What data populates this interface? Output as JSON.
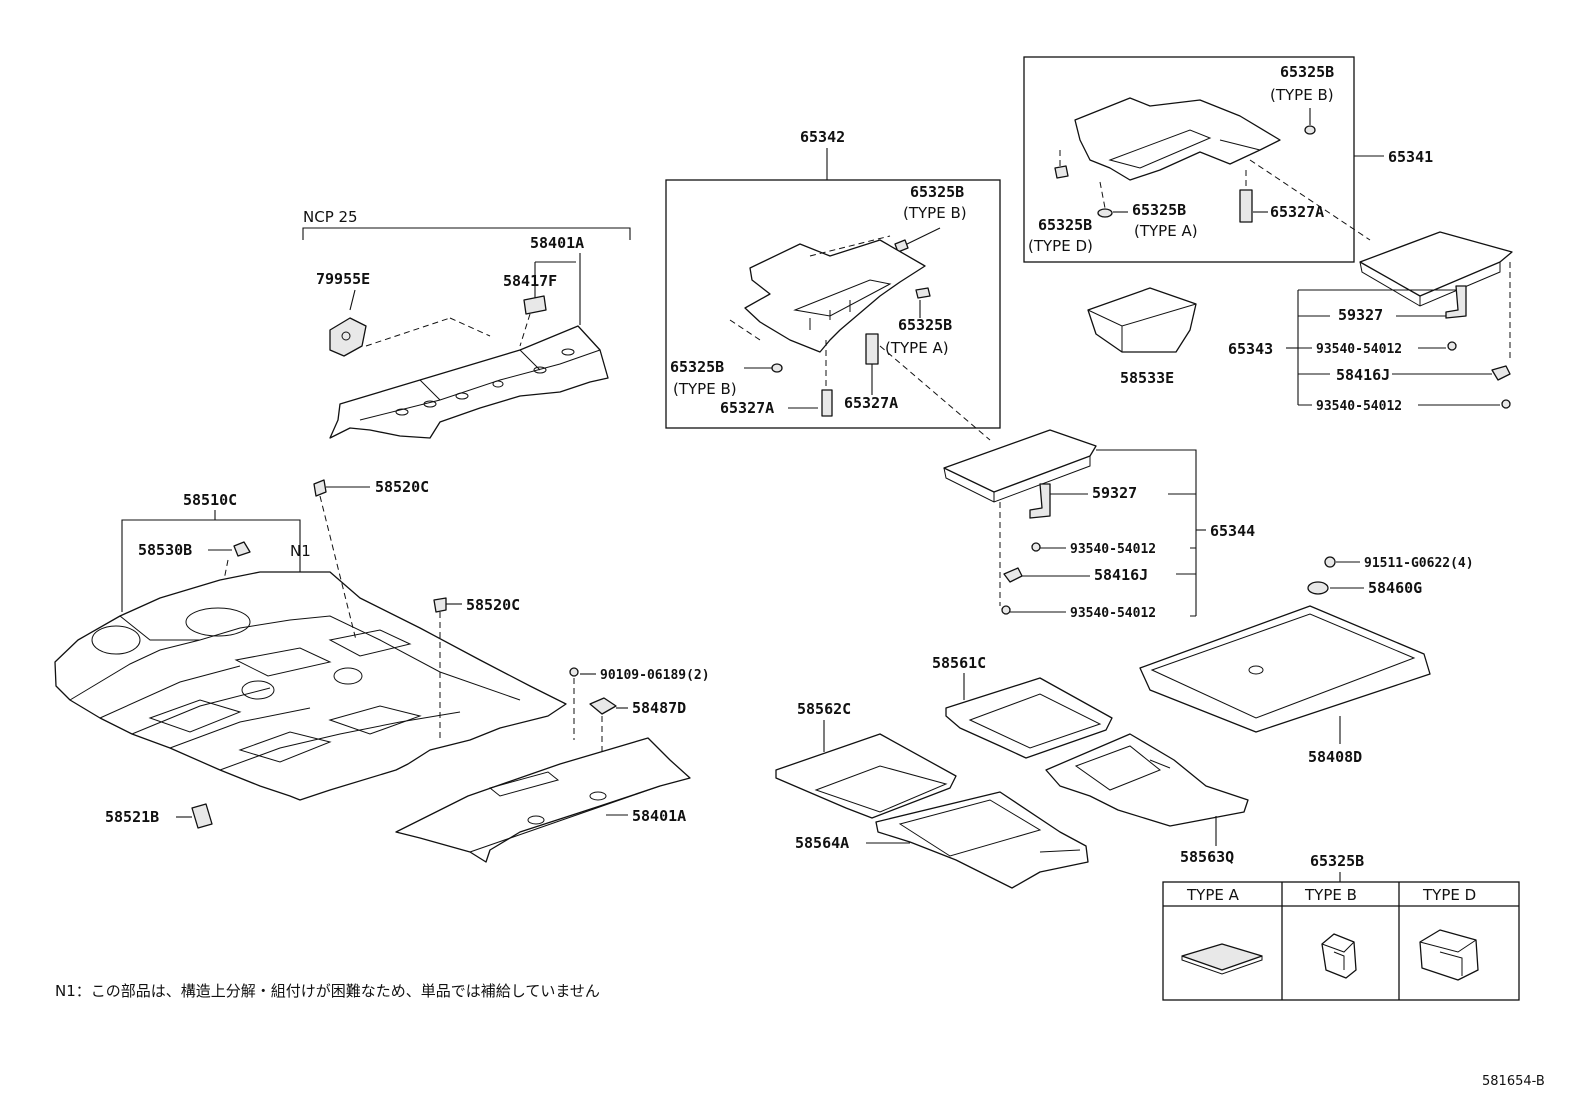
{
  "labels": {
    "ncp25": "NCP 25",
    "p79955e": "79955E",
    "p58401a_top": "58401A",
    "p58417f": "58417F",
    "p65342": "65342",
    "p65325b_b1": "65325B",
    "type_b1": "(TYPE B)",
    "p65325b_a1": "65325B",
    "type_a1": "(TYPE A)",
    "p65325b_b2": "65325B",
    "type_b2": "(TYPE B)",
    "p65327a_1": "65327A",
    "p65327a_2": "65327A",
    "p65325b_tb": "65325B",
    "type_tb": "(TYPE B)",
    "p65341": "65341",
    "p65325b_d": "65325B",
    "type_d": "(TYPE D)",
    "p65325b_ta": "65325B",
    "type_ta": "(TYPE A)",
    "p65327a_3": "65327A",
    "p58533e": "58533E",
    "p59327_r": "59327",
    "p65343": "65343",
    "p93540_r1": "93540-54012",
    "p58416j_r": "58416J",
    "p93540_r2": "93540-54012",
    "p58520c_1": "58520C",
    "p58510c": "58510C",
    "p58530b": "58530B",
    "n1_mark": "N1",
    "p58520c_2": "58520C",
    "p90109": "90109-06189(2)",
    "p58487d": "58487D",
    "p58521b": "58521B",
    "p58401a_bot": "58401A",
    "p59327_c": "59327",
    "p65344": "65344",
    "p93540_c1": "93540-54012",
    "p58416j_c": "58416J",
    "p93540_c2": "93540-54012",
    "p91511": "91511-G0622(4)",
    "p58460g": "58460G",
    "p58561c": "58561C",
    "p58562c": "58562C",
    "p58408d": "58408D",
    "p58564a": "58564A",
    "p58563q": "58563Q",
    "p65325b_tab": "65325B",
    "col_type_a": "TYPE A",
    "col_type_b": "TYPE B",
    "col_type_d": "TYPE D"
  },
  "note": "N1：この部品は、構造上分解・組付けが困難なため、単品では補給していません",
  "ref_code": "581654-B"
}
